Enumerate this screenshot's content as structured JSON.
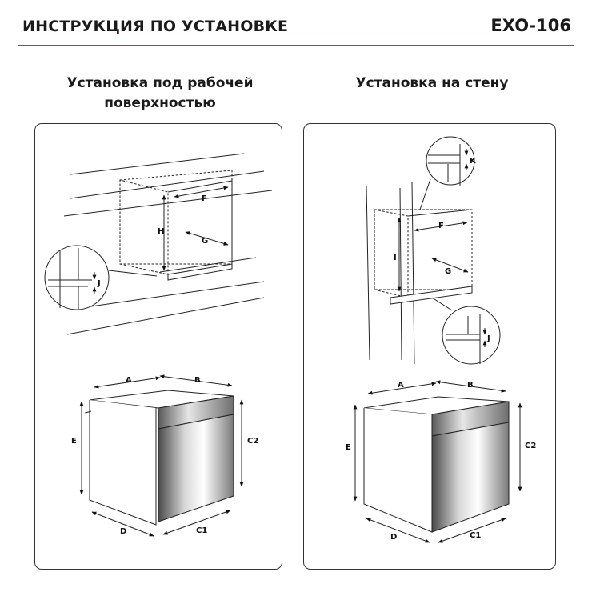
{
  "header": {
    "title": "ИНСТРУКЦИЯ ПО УСТАНОВКЕ",
    "model": "EXO-106",
    "accent_color": "#c8303b"
  },
  "sections": {
    "under_counter": {
      "title_line1": "Установка под рабочей",
      "title_line2": "поверхностью"
    },
    "wall": {
      "title": "Установка на стену"
    }
  },
  "dimension_labels": {
    "A": "A",
    "B": "B",
    "C1": "C1",
    "C2": "C2",
    "D": "D",
    "E": "E",
    "F": "F",
    "G": "G",
    "H": "H",
    "I": "I",
    "J": "J",
    "K": "K"
  }
}
